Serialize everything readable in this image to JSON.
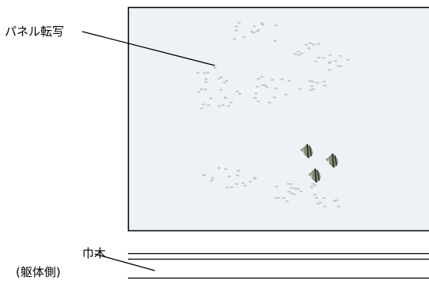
{
  "labels": {
    "panel": "パネル転写",
    "habaki": "巾木",
    "kutai": "(躯体側)"
  },
  "colors": {
    "panel_fill": "#eef2f7",
    "outline": "#000000",
    "fish_dots": "#c4c8cc",
    "angelfish_body": "#8a9178",
    "angelfish_stripe": "#2e3226"
  }
}
